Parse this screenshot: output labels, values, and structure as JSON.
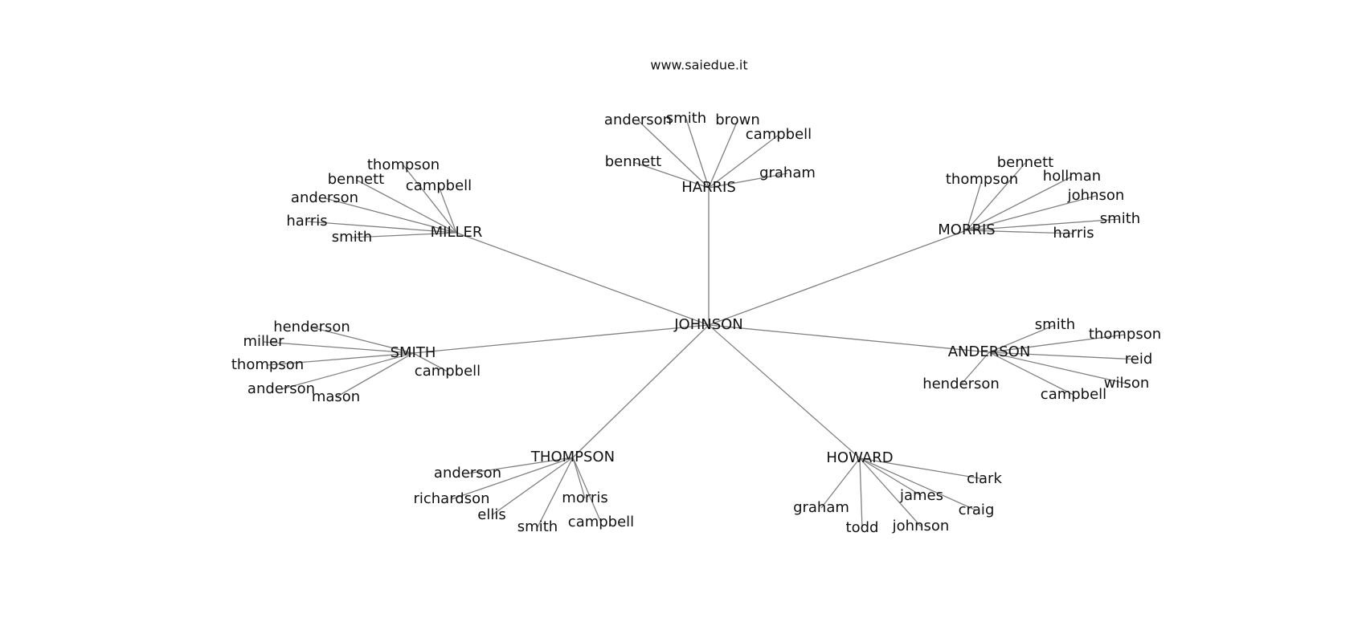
{
  "title": "www.saiedue.it",
  "root": "JOHNSON",
  "clusters": [
    {
      "name": "HARRIS",
      "children": [
        "anderson",
        "smith",
        "brown",
        "campbell",
        "bennett",
        "graham"
      ]
    },
    {
      "name": "MILLER",
      "children": [
        "thompson",
        "bennett",
        "campbell",
        "anderson",
        "harris",
        "smith"
      ]
    },
    {
      "name": "MORRIS",
      "children": [
        "bennett",
        "thompson",
        "hollman",
        "johnson",
        "smith",
        "harris"
      ]
    },
    {
      "name": "SMITH",
      "children": [
        "henderson",
        "miller",
        "thompson",
        "campbell",
        "anderson",
        "mason"
      ]
    },
    {
      "name": "ANDERSON",
      "children": [
        "smith",
        "thompson",
        "reid",
        "henderson",
        "wilson",
        "campbell"
      ]
    },
    {
      "name": "THOMPSON",
      "children": [
        "anderson",
        "richardson",
        "morris",
        "ellis",
        "smith",
        "campbell"
      ]
    },
    {
      "name": "HOWARD",
      "children": [
        "clark",
        "james",
        "craig",
        "graham",
        "todd",
        "johnson"
      ]
    }
  ]
}
